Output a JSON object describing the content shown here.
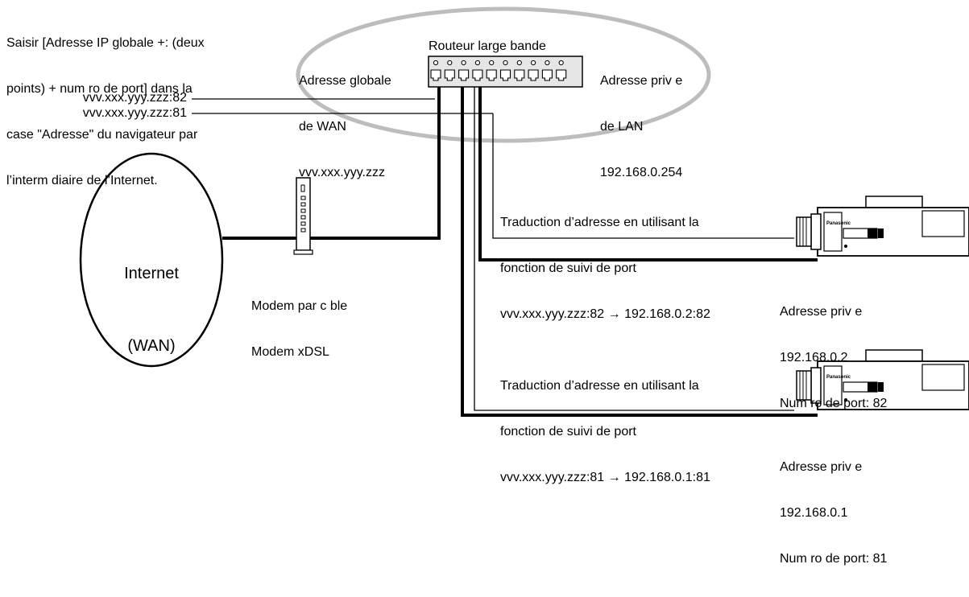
{
  "instruction": {
    "line1": "Saisir [Adresse IP globale +: (deux",
    "line2": "points) + num ro de port] dans la",
    "line3": "case \"Adresse\" du navigateur par",
    "line4": "l’interm diaire de l’Internet."
  },
  "urls": {
    "port82": "vvv.xxx.yyy.zzz:82",
    "port81": "vvv.xxx.yyy.zzz:81"
  },
  "wan": {
    "line1": "Adresse globale",
    "line2": "de WAN",
    "line3": "vvv.xxx.yyy.zzz"
  },
  "router": {
    "title": "Routeur large bande"
  },
  "lan": {
    "line1": "Adresse priv e",
    "line2": "de LAN",
    "line3": "192.168.0.254"
  },
  "internet": {
    "line1": "Internet",
    "line2": "(WAN)"
  },
  "modem": {
    "line1": "Modem par c ble",
    "line2": "Modem xDSL"
  },
  "translation82": {
    "line1": "Traduction d’adresse en utilisant la",
    "line2": "fonction de suivi de port",
    "line3": "vvv.xxx.yyy.zzz:82 → 192.168.0.2:82"
  },
  "translation81": {
    "line1": "Traduction d’adresse en utilisant la",
    "line2": "fonction de suivi de port",
    "line3": "vvv.xxx.yyy.zzz:81 → 192.168.0.1:81"
  },
  "camera_top": {
    "brand": "Panasonic",
    "line1": "Adresse priv e",
    "line2": "192.168.0.2",
    "line3": "Num ro de port: 82"
  },
  "camera_bottom": {
    "brand": "Panasonic",
    "line1": "Adresse priv e",
    "line2": "192.168.0.1",
    "line3": "Num ro de port: 81"
  },
  "colors": {
    "ellipse": "#bdbdbd",
    "line": "#000000",
    "router_body": "#e6e6e6"
  }
}
